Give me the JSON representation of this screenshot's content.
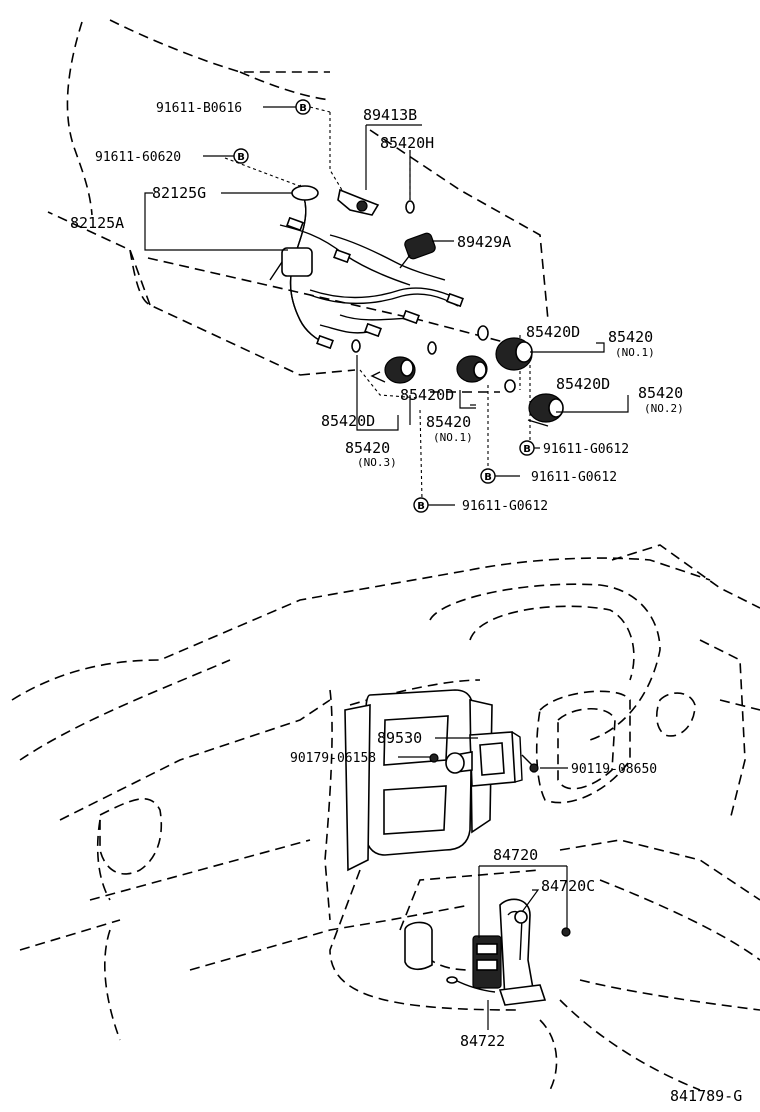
{
  "labels": {
    "p_91611_b0616": "91611-B0616",
    "p_91611_60620": "91611-60620",
    "p_89413b": "89413B",
    "p_85420h": "85420H",
    "p_82125g": "82125G",
    "p_82125a": "82125A",
    "p_89429a": "89429A",
    "p_85420d_a": "85420D",
    "p_85420_no1_a": "85420",
    "p_no1_a": "(NO.1)",
    "p_85420d_b": "85420D",
    "p_85420_no2": "85420",
    "p_no2": "(NO.2)",
    "p_91611_g0612_a": "91611-G0612",
    "p_91611_g0612_b": "91611-G0612",
    "p_91611_g0612_c": "91611-G0612",
    "p_85420d_c": "85420D",
    "p_85420d_d": "85420D",
    "p_85420_no1_b": "85420",
    "p_no1_b": "(NO.1)",
    "p_85420_no3": "85420",
    "p_no3": "(NO.3)",
    "p_89530": "89530",
    "p_90179_06158": "90179-06158",
    "p_90119_08650": "90119-08650",
    "p_84720": "84720",
    "p_84720c": "84720C",
    "p_84722": "84722",
    "ref_code": "841789-G"
  },
  "bolt_marker": "B"
}
